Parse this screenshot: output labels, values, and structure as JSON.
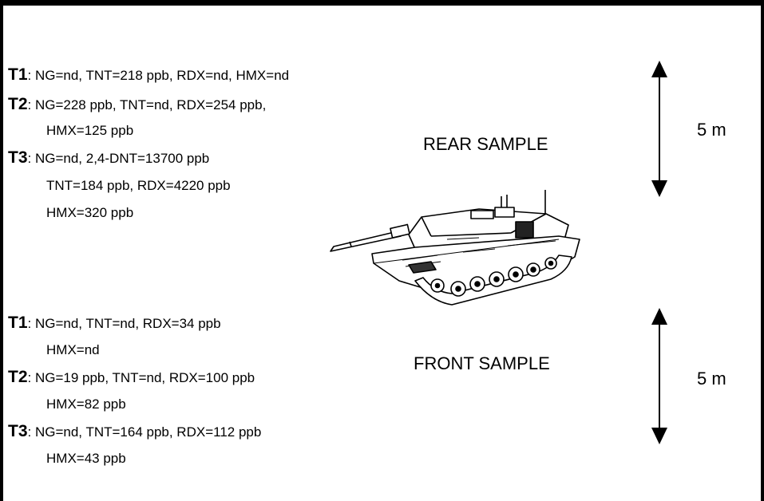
{
  "rear": {
    "title": "REAR SAMPLE",
    "distance": "5 m",
    "t1": {
      "tag": "T1",
      "line1": ": NG=nd, TNT=218 ppb, RDX=nd, HMX=nd"
    },
    "t2": {
      "tag": "T2",
      "line1": ": NG=228 ppb, TNT=nd, RDX=254 ppb,",
      "line2": "HMX=125 ppb"
    },
    "t3": {
      "tag": "T3",
      "line1": ": NG=nd, 2,4-DNT=13700 ppb",
      "line2": "TNT=184 ppb, RDX=4220 ppb",
      "line3": "HMX=320 ppb"
    }
  },
  "front": {
    "title": "FRONT SAMPLE",
    "distance": "5 m",
    "t1": {
      "tag": "T1",
      "line1": ": NG=nd, TNT=nd, RDX=34 ppb",
      "line2": "HMX=nd"
    },
    "t2": {
      "tag": "T2",
      "line1": ": NG=19 ppb, TNT=nd, RDX=100 ppb",
      "line2": "HMX=82 ppb"
    },
    "t3": {
      "tag": "T3",
      "line1": ": NG=nd, TNT=164 ppb, RDX=112 ppb",
      "line2": "HMX=43 ppb"
    }
  },
  "icons": {
    "vehicle": "tank-icon",
    "arrow": "double-arrow-icon"
  }
}
